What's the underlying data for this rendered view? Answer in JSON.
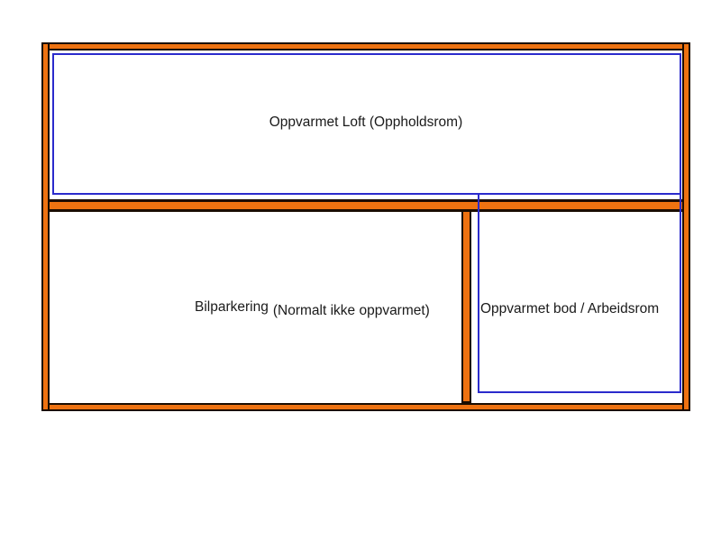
{
  "diagram": {
    "type": "floorplan",
    "rooms": {
      "loft": {
        "label": "Oppvarmet Loft (Oppholdsrom)",
        "heated": true
      },
      "parking": {
        "label": "Bilparkering",
        "note": "(Normalt ikke oppvarmet)",
        "heated": false
      },
      "bod": {
        "label": "Oppvarmet bod / Arbeidsrom",
        "heated": true
      }
    },
    "colors": {
      "wall_fill": "#ee7211",
      "wall_outline": "#1a0c00",
      "insulation_envelope_line": "#2b2bcc",
      "text": "#1a1a1a",
      "background": "#ffffff"
    }
  }
}
